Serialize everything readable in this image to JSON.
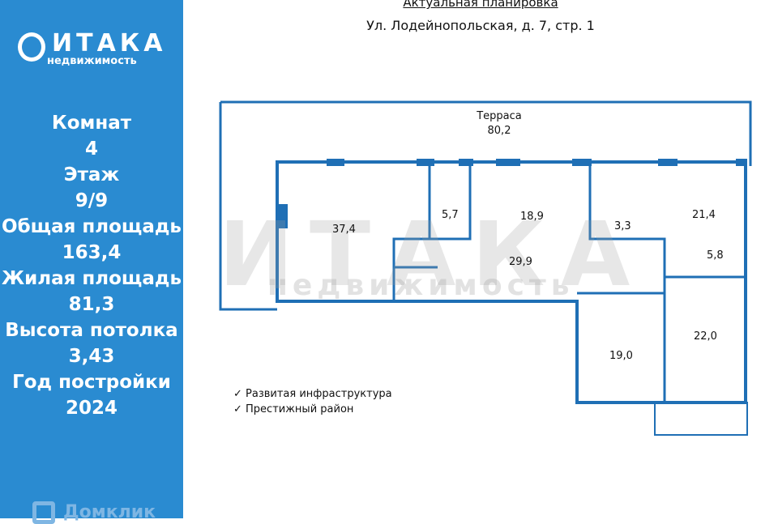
{
  "logo": {
    "name": "ИТАКА",
    "sub": "недвижимость"
  },
  "params": [
    {
      "label": "Комнат",
      "value": "4"
    },
    {
      "label": "Этаж",
      "value": "9/9"
    },
    {
      "label": "Общая площадь",
      "value": "163,4"
    },
    {
      "label": "Жилая площадь",
      "value": "81,3"
    },
    {
      "label": "Высота потолка",
      "value": "3,43"
    },
    {
      "label": "Год постройки",
      "value": "2024"
    }
  ],
  "footer_logo": "Домклик",
  "header": {
    "title": "Актуальная планировка",
    "address": "Ул. Лодейнопольская, д. 7, стр. 1"
  },
  "plan": {
    "terrace_label": "Терраса",
    "terrace_area": "80,2",
    "rooms": [
      "37,4",
      "5,7",
      "18,9",
      "3,3",
      "21,4",
      "5,8",
      "29,9",
      "19,0",
      "22,0"
    ]
  },
  "features": [
    "✓ Развитая инфраструктура",
    "✓ Престижный район"
  ],
  "colors": {
    "sidebar": "#2a8bd1",
    "walls": "#1f6fb5"
  }
}
